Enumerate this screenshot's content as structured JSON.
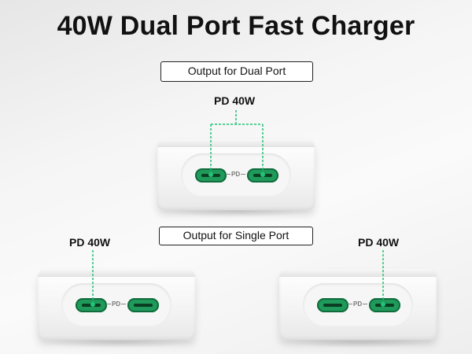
{
  "title": "40W Dual Port Fast Charger",
  "dual_section": {
    "label": "Output for Dual Port",
    "pd_label": "PD 40W",
    "active_ports": [
      "left",
      "right"
    ]
  },
  "single_section": {
    "label": "Output for Single Port",
    "left_charger": {
      "pd_label": "PD 40W",
      "active_port": "left"
    },
    "right_charger": {
      "pd_label": "PD 40W",
      "active_port": "right"
    }
  },
  "port_marker": "PD",
  "colors": {
    "accent": "#1f9a5a",
    "leader_line": "#22c277",
    "title_text": "#111111"
  },
  "icons": [
    "usb-c-port-icon",
    "leader-dot-icon"
  ]
}
